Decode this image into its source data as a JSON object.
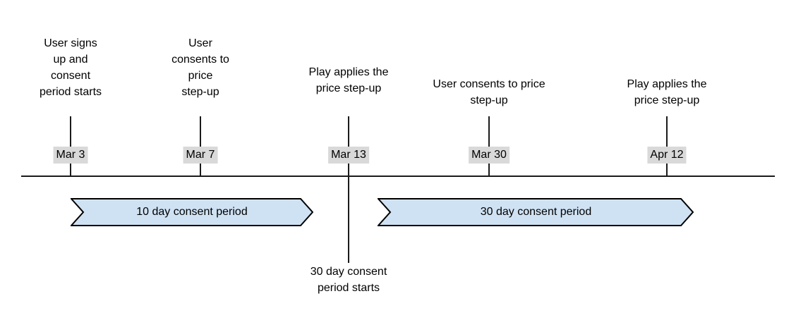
{
  "timeline": {
    "events": [
      {
        "label": "User signs\nup and\nconsent\nperiod starts",
        "date": "Mar 3"
      },
      {
        "label": "User\nconsents to\nprice\nstep-up",
        "date": "Mar 7"
      },
      {
        "label": "Play applies the\nprice step-up",
        "date": "Mar 13"
      },
      {
        "label": "User consents to price\nstep-up",
        "date": "Mar 30"
      },
      {
        "label": "Play applies the\nprice step-up",
        "date": "Apr 12"
      }
    ],
    "periods": [
      {
        "label": "10 day consent period"
      },
      {
        "label": "30 day consent period"
      }
    ],
    "annotation": "30 day consent\nperiod starts",
    "colors": {
      "period_fill": "#cfe2f3",
      "period_border": "#000000",
      "date_label_background": "#d9d9d9",
      "line": "#1a1a1a",
      "text": "#000000"
    }
  }
}
